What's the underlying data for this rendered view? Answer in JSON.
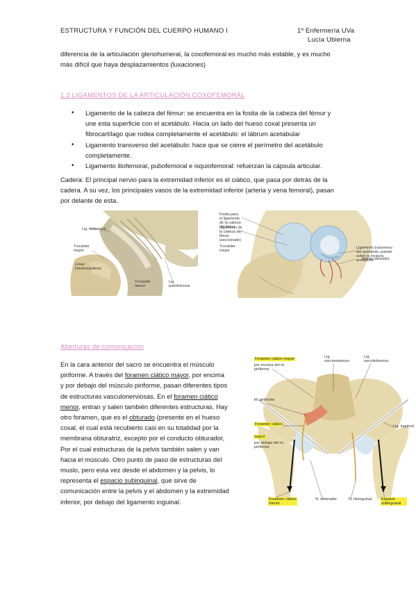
{
  "header": {
    "left": "ESTRUCTURA Y FUNCIÓN DEL CUERPO HUMANO I",
    "right_line1": "1º Enfermería UVa",
    "right_line2": "Lucía Ubierna"
  },
  "intro": {
    "line1": "diferencia de la articulación glenohumeral, la coxofemoral es mucho más estable, y es mucho",
    "line2": "más difícil que haya desplazamientos (luxaciones)"
  },
  "section1": {
    "title": "1.2 LIGAMENTOS DE LA ARTICULACIÓN COXOFEMORAL",
    "bullets": [
      [
        "Ligamento de la cabeza del fémur: se encuentra en la fosita de la cabeza del fémur y",
        "une esta superficie con el acetábulo. Hacia un lado del hueso coxal presenta un",
        "fibrocartílago que rodea completamente el acetábulo: el lábrum acetabular"
      ],
      [
        "Ligamento transverso del acetábulo: hace que se cierre el perímetro del acetábulo",
        "completamente."
      ],
      [
        "Ligamento iliofemoral, pubofemoral e isquiofemoral: refuerzan la cápsula articular."
      ]
    ],
    "para": [
      "Cadera: El principal nervio para la extremidad inferior es el ciático, que pasa por detrás de la",
      "cadera. A su vez, los principales vasos de la extremidad inferior (arteria y vena femoral), pasan",
      "por delante de esta."
    ]
  },
  "figure1": {
    "labels": {
      "lig_iliofemoral": "Lig. iliofemoral",
      "trocanter_mayor": "Trocánter mayor",
      "linea": "Línea intertrocantérea",
      "trocanter_menor": "Trocánter menor",
      "lig_pubofemoral": "Lig. pubofemoral"
    }
  },
  "figure2": {
    "labels": {
      "fosita": "Fosita para el ligamento de la cabeza del fémur",
      "ligamento_cabeza": "Ligamento de la cabeza del fémur (seccionado)",
      "trocanter": "Trocánter mayor",
      "transverso": "Ligamento transverso del acetábulo, puente sobre la incisura acetabular",
      "arteria": "Arteria obturatriz"
    }
  },
  "section2": {
    "title": "Aberturas de comunicación",
    "lines": [
      {
        "pre": "En la cara anterior del sacro se encuentra el músculo",
        "u": "",
        "post": ""
      },
      {
        "pre": "piriforme. A través del ",
        "u": "foramen ciático mayor",
        "post": ", por encima"
      },
      {
        "pre": "y por debajo del músculo piriforme, pasan diferentes tipos",
        "u": "",
        "post": ""
      },
      {
        "pre": "de estructuras vasculonerviosas. En el ",
        "u": "foramen ciático",
        "post": ""
      },
      {
        "pre": "",
        "u": "menor",
        "post": ", entran y salen también diferentes estructuras. Hay"
      },
      {
        "pre": "otro foramen, que es el ",
        "u": "obturado",
        "post": " (presente en el hueso"
      },
      {
        "pre": "coxal, el cual está recubierto casi en su totalidad por la",
        "u": "",
        "post": ""
      },
      {
        "pre": "membrana obturatriz, excepto por el conducto obturador,",
        "u": "",
        "post": ""
      },
      {
        "pre": "Por el cual estructuras de la pelvis también salen y van",
        "u": "",
        "post": ""
      },
      {
        "pre": "hacia el músculo. Otro punto de paso de estructuras del",
        "u": "",
        "post": ""
      },
      {
        "pre": "muslo, pero esta vez desde el abdomen y la pelvis, lo",
        "u": "",
        "post": ""
      },
      {
        "pre": "representa el ",
        "u": "espacio subinguinal",
        "post": ", que sirve de"
      },
      {
        "pre": "comunicación entre la pelvis y el abdomen y la extremidad",
        "u": "",
        "post": ""
      },
      {
        "pre": "inferior, por debajo del ligamento inguinal.",
        "u": "",
        "post": ""
      }
    ]
  },
  "figure3": {
    "labels": {
      "foramen_mayor_encima_y": "Foramen ciático mayor",
      "foramen_mayor_encima_n": "por encima del m. piriforme",
      "sacroespinoso": "Lig. sacroespinoso",
      "sacrotuberoso": "Lig. sacrotuberoso",
      "piriforme": "M. piriforme",
      "foramen_mayor_debajo_y": "Foramen ciático mayor",
      "foramen_mayor_debajo_n": "por debajo del m. piriforme",
      "inguinal": "Lig. inguinal",
      "foramen_menor": "Foramen ciático menor",
      "n_obturador": "N. obturador",
      "n_ilioinguinal": "N. ilioinguinal",
      "espacio": "Espacio subinguinal"
    }
  }
}
